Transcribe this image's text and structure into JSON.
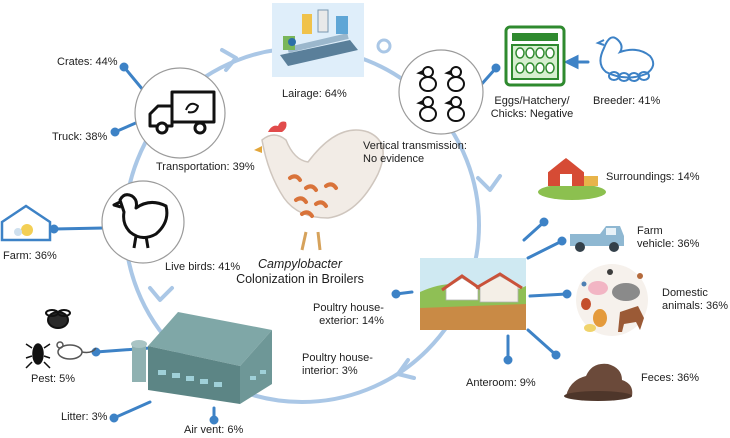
{
  "title": {
    "organism": "Campylobacter",
    "text": "Colonization in Broilers"
  },
  "labels": {
    "lairage": "Lairage: 64%",
    "breeder": "Breeder: 41%",
    "eggs_line1": "Eggs/Hatchery/",
    "eggs_line2": "Chicks: Negative",
    "vertical_line1": "Vertical transmission:",
    "vertical_line2": "No evidence",
    "crates": "Crates: 44%",
    "truck": "Truck: 38%",
    "transportation": "Transportation: 39%",
    "farm": "Farm: 36%",
    "live_birds": "Live birds: 41%",
    "surroundings": "Surroundings: 14%",
    "farm_vehicle_line1": "Farm",
    "farm_vehicle_line2": "vehicle: 36%",
    "domestic_line1": "Domestic",
    "domestic_line2": "animals: 36%",
    "exterior_line1": "Poultry house-",
    "exterior_line2": "exterior: 14%",
    "interior_line1": "Poultry house-",
    "interior_line2": "interior: 3%",
    "anteroom": "Anteroom: 9%",
    "feces": "Feces: 36%",
    "pest": "Pest: 5%",
    "litter": "Litter: 3%",
    "air_vent": "Air vent: 6%"
  },
  "colors": {
    "cycle": "#aac7e6",
    "connector": "#3d82c6",
    "icon_green": "#2f8a2f"
  },
  "icons": [
    "processing-line-icon",
    "chicks-icon",
    "egg-incubator-icon",
    "hen-eggs-icon",
    "truck-icon",
    "chicken-icon",
    "farm-house-icon",
    "rooster-icon",
    "barn-icon",
    "pickup-truck-icon",
    "domestic-animals-icon",
    "farm-landscape-icon",
    "feces-icon",
    "poultry-house-icon",
    "fly-icon",
    "beetle-icon",
    "mouse-icon"
  ]
}
